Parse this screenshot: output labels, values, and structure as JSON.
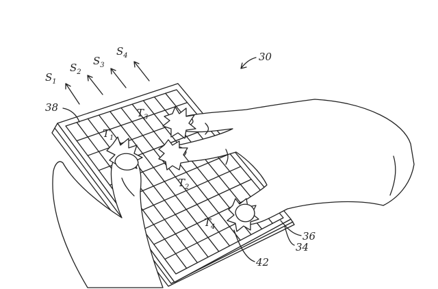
{
  "figure_ref": "30",
  "surface_label": "38",
  "signals": [
    {
      "letter": "S",
      "sub": "1"
    },
    {
      "letter": "S",
      "sub": "2"
    },
    {
      "letter": "S",
      "sub": "3"
    },
    {
      "letter": "S",
      "sub": "4"
    }
  ],
  "touches": [
    {
      "letter": "T",
      "sub": "1"
    },
    {
      "letter": "T",
      "sub": "2"
    },
    {
      "letter": "T",
      "sub": "3"
    },
    {
      "letter": "T",
      "sub": "4"
    }
  ],
  "refs": {
    "layer_top": "36",
    "layer_bottom": "34",
    "contact": "42"
  },
  "grid": {
    "rows": 10,
    "cols": 10
  }
}
